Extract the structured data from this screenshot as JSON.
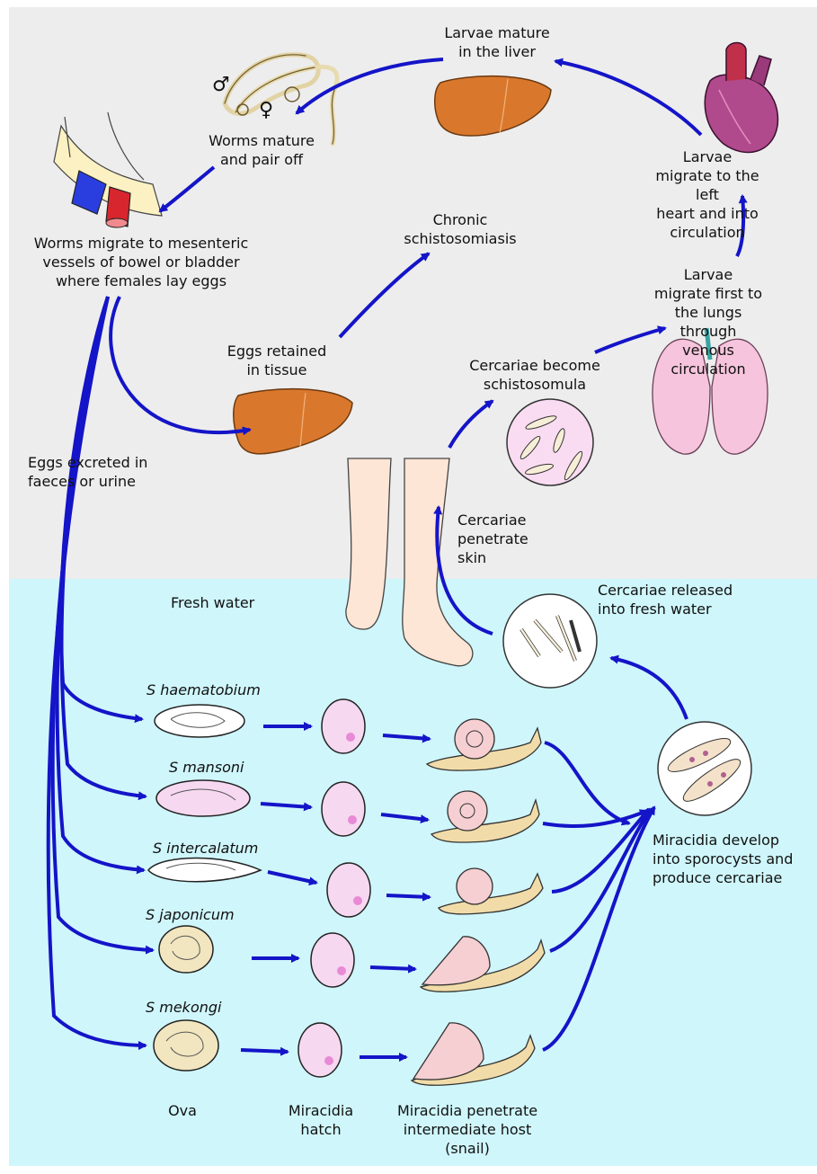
{
  "labels": {
    "larvae_mature": "Larvae mature\nin the liver",
    "worms_mature": "Worms mature\nand pair off",
    "larvae_heart": "Larvae migrate to the left\nheart and into circulation",
    "worms_migrate": "Worms migrate to mesenteric\nvessels of bowel or bladder\nwhere females lay eggs",
    "chronic": "Chronic\nschistosomiasis",
    "larvae_lungs": "Larvae migrate first to\nthe lungs through\nvenous circulation",
    "eggs_retained": "Eggs retained\nin tissue",
    "cercariae_become": "Cercariae become\nschistosomula",
    "eggs_excreted": "Eggs excreted in\nfaeces or urine",
    "cercariae_penetrate": "Cercariae\npenetrate\nskin",
    "fresh_water": "Fresh water",
    "cercariae_released": "Cercariae released\ninto fresh water",
    "miracidia_develop": "Miracidia develop\ninto sporocysts and\nproduce cercariae",
    "ova": "Ova",
    "miracidia_hatch": "Miracidia\nhatch",
    "miracidia_penetrate": "Miracidia penetrate\nintermediate host\n(snail)",
    "male_symbol": "♂",
    "female_symbol": "♀"
  },
  "species": [
    "S haematobium",
    "S mansoni",
    "S intercalatum",
    "S japonicum",
    "S mekongi"
  ],
  "colors": {
    "arrow": "#1414c8",
    "liver": "#d9782d",
    "land_bg": "#ededed",
    "water_bg": "#cff6fb",
    "lung": "#f6c4dc",
    "heart": "#b04a8c",
    "vein": "#2a3ee0",
    "artery": "#d8262e",
    "snail_body": "#f1dca9",
    "snail_shell": "#f6cfd2",
    "egg": "#f4d6ef",
    "skin": "#fde6d6"
  }
}
